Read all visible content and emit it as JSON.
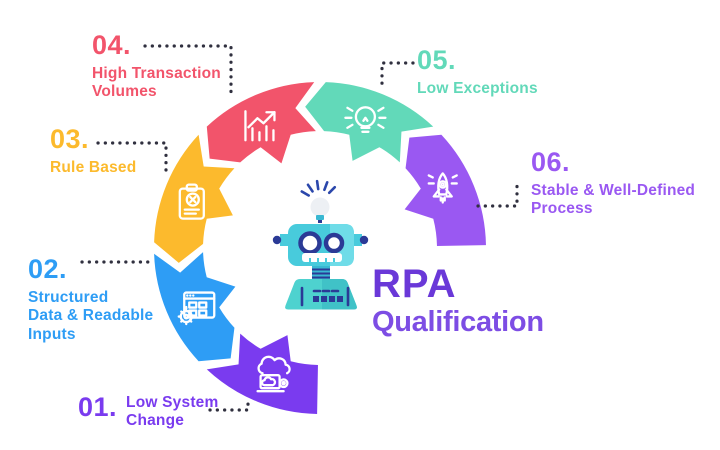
{
  "title": {
    "primary": "RPA",
    "secondary": "Qualification"
  },
  "steps": [
    {
      "id": "01",
      "number": "01.",
      "label": "Low System\nChange",
      "color": "#7a3bef",
      "icon": "cloud-laptop-icon"
    },
    {
      "id": "02",
      "number": "02.",
      "label": "Structured\nData & Readable\nInputs",
      "color": "#2e9df5",
      "icon": "window-gear-icon"
    },
    {
      "id": "03",
      "number": "03.",
      "label": "Rule Based",
      "color": "#fcba2d",
      "icon": "clipboard-icon"
    },
    {
      "id": "04",
      "number": "04.",
      "label": "High Transaction\nVolumes",
      "color": "#f2546b",
      "icon": "growth-chart-icon"
    },
    {
      "id": "05",
      "number": "05.",
      "label": "Low Exceptions",
      "color": "#62d9b9",
      "icon": "light-bulb-icon"
    },
    {
      "id": "06",
      "number": "06.",
      "label": "Stable & Well-Defined\nProcess",
      "color": "#9a58f2",
      "icon": "rocket-icon"
    }
  ],
  "colors": {
    "background": "#ffffff",
    "connector_dots": "#30303f",
    "title_primary": "#6a38d8",
    "title_secondary": "#7d4de4",
    "icon_stroke": "#ffffff"
  },
  "robot": {
    "head": "#48cbdc",
    "head_light": "#6fdce8",
    "body": "#4ed2cf",
    "body_shade": "#40c2c7",
    "accent": "#2b3a96",
    "ray_color": "#2b47ab",
    "bulb": "#edf0f4",
    "bulb_base": "#39b8d2"
  }
}
